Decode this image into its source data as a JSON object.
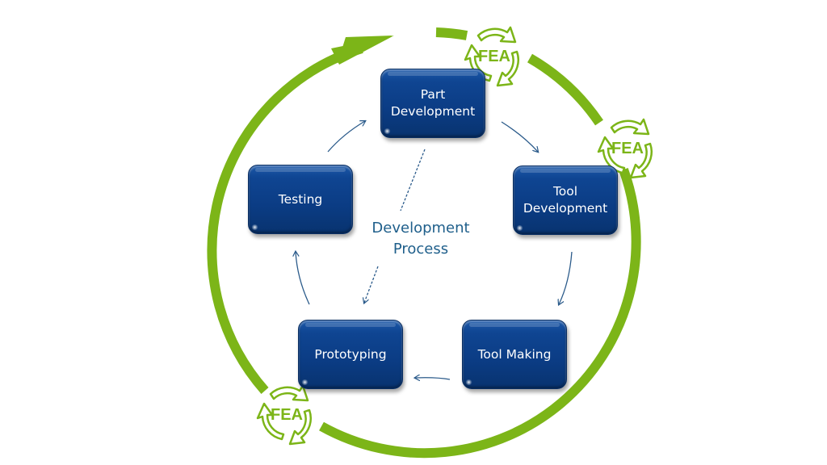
{
  "diagram": {
    "type": "cycle",
    "center_label": "Development\nProcess",
    "steps": [
      {
        "id": "part",
        "label": "Part\nDevelopment"
      },
      {
        "id": "tooldev",
        "label": "Tool\nDevelopment"
      },
      {
        "id": "toolmaking",
        "label": "Tool Making"
      },
      {
        "id": "proto",
        "label": "Prototyping"
      },
      {
        "id": "testing",
        "label": "Testing"
      }
    ],
    "flow": [
      {
        "from": "part",
        "to": "tooldev"
      },
      {
        "from": "tooldev",
        "to": "toolmaking"
      },
      {
        "from": "toolmaking",
        "to": "proto"
      },
      {
        "from": "proto",
        "to": "testing"
      },
      {
        "from": "testing",
        "to": "part"
      },
      {
        "from": "part",
        "to": "proto",
        "style": "dashed"
      }
    ],
    "outer_cycle": {
      "direction": "clockwise",
      "badges": [
        "FEA",
        "FEA",
        "FEA"
      ]
    },
    "colors": {
      "box_fill": "#0b3c84",
      "box_text": "#ffffff",
      "arrow": "#2a5a8a",
      "center_text": "#1f5f8b",
      "ring": "#7cb518"
    }
  }
}
